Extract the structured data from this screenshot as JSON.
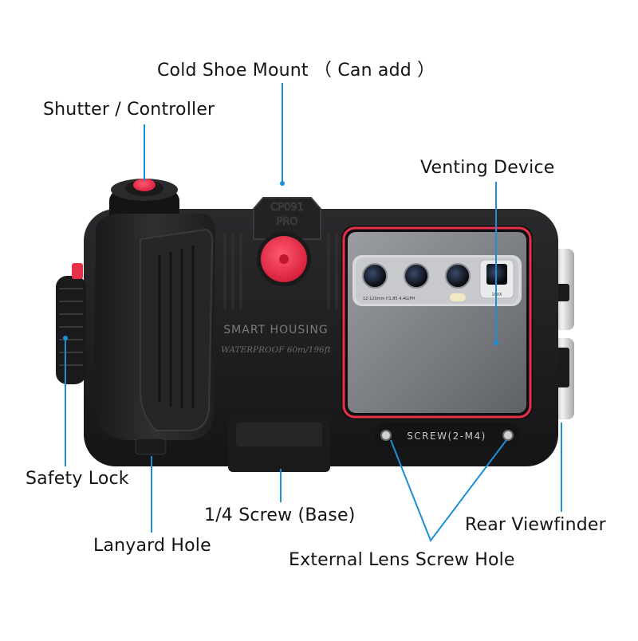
{
  "labels": {
    "cold_shoe": "Cold Shoe Mount （ Can add ）",
    "shutter": "Shutter / Controller",
    "venting": "Venting Device",
    "safety_lock": "Safety Lock",
    "quarter_screw": "1/4 Screw (Base)",
    "rear_viewfinder": "Rear Viewfinder",
    "lanyard": "Lanyard Hole",
    "external_lens": "External Lens Screw Hole"
  },
  "housing": {
    "model_badge": "CP091",
    "model_badge_sub": "PRO",
    "brand": "SMART HOUSING",
    "rating": "WATERPROOF 60m/196ft",
    "screw_text": "SCREW(2-M4)",
    "lens_spec": "12-120mm f/1.85 4.4G/PH",
    "zoom_badge": "100X"
  },
  "colors": {
    "leader": "#1b8fd6",
    "body": "#1c1c1e",
    "accent": "#e8304a",
    "glass": "#8c8f94"
  }
}
